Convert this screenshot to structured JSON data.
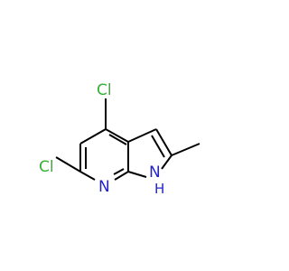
{
  "molecule": {
    "atoms": {
      "cl_top": "Cl",
      "cl_left": "Cl",
      "n_pyridine": "N",
      "n_pyrrole": "N",
      "h_pyrrole": "H"
    },
    "colors": {
      "chlorine": "#33b233",
      "nitrogen": "#1f1fe0",
      "bond": "#000000",
      "background": "#ffffff"
    }
  }
}
